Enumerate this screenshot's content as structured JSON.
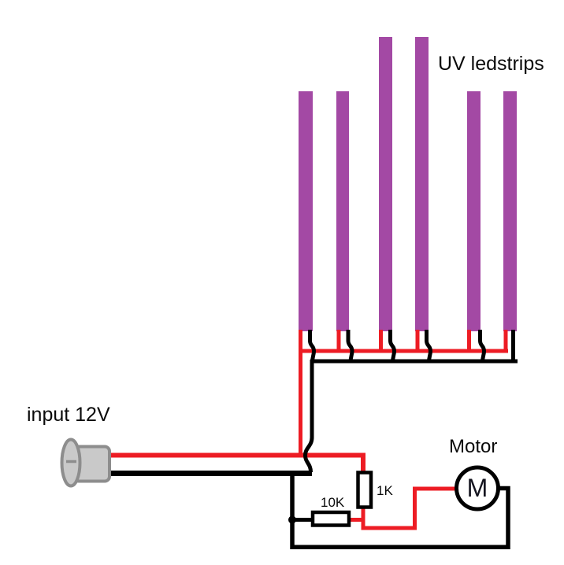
{
  "title": "UV ledstrips wiring diagram",
  "colors": {
    "background": "#ffffff",
    "ledstrip": "#a349a4",
    "wire_positive": "#ed1c24",
    "wire_negative": "#000000",
    "connector_fill": "#c9c9c9",
    "connector_stroke": "#8d8d8d",
    "text": "#0a0a0a"
  },
  "labels": {
    "ledstrips": "UV ledstrips",
    "power_input": "input 12V",
    "motor": "Motor",
    "motor_symbol": "M",
    "resistor_1k": "1K",
    "resistor_10k": "10K"
  },
  "components": {
    "ledstrip_count": 6,
    "resistors": [
      {
        "value": "1K",
        "orientation": "vertical"
      },
      {
        "value": "10K",
        "orientation": "horizontal"
      }
    ],
    "motor_symbol": "M"
  }
}
